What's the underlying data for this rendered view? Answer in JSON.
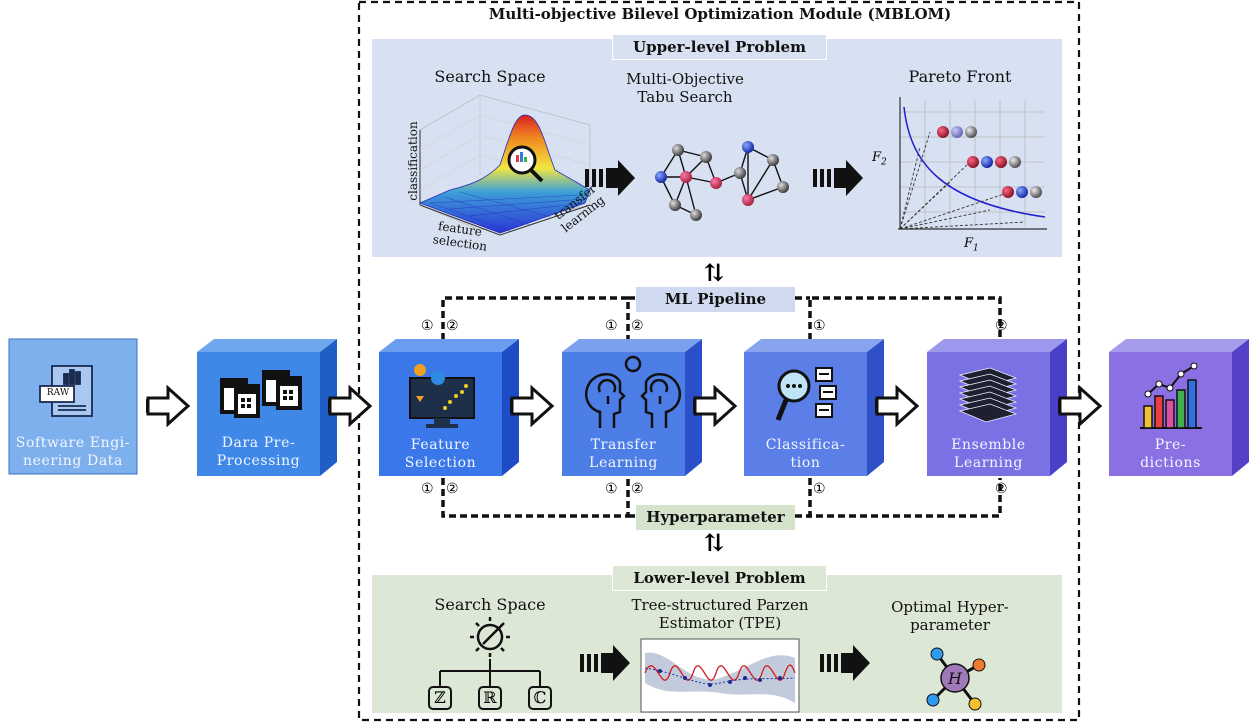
{
  "module": {
    "title": "Multi-objective Bilevel Optimization Module (MBLOM)"
  },
  "upper": {
    "title": "Upper-level Problem",
    "search_space": "Search Space",
    "axis_z": "classification",
    "axis_x": "feature",
    "axis_x2": "selection",
    "axis_y": "transfer",
    "axis_y2": "learning",
    "mots_line1": "Multi-Objective",
    "mots_line2": "Tabu Search",
    "pareto": "Pareto Front",
    "f1": "F",
    "f1_sub": "1",
    "f2": "F",
    "f2_sub": "2"
  },
  "ml_pipeline": {
    "label": "ML Pipeline"
  },
  "hyperparameter": {
    "label": "Hyperparameter"
  },
  "markers": {
    "one": "①",
    "two": "②"
  },
  "stages": [
    {
      "line1": "Software Engi-",
      "line2": "neering Data",
      "color": "#7fb0ee",
      "icon_text": "RAW"
    },
    {
      "line1": "Dara Pre-",
      "line2": "Processing",
      "color": "#3f88e8"
    },
    {
      "line1": "Feature",
      "line2": "Selection",
      "color": "#3a78ea"
    },
    {
      "line1": "Transfer",
      "line2": "Learning",
      "color": "#4d7ee6"
    },
    {
      "line1": "Classifica-",
      "line2": "tion",
      "color": "#5b7fe6"
    },
    {
      "line1": "Ensemble",
      "line2": "Learning",
      "color": "#7a72e4"
    },
    {
      "line1": "Pre-",
      "line2": "dictions",
      "color": "#8a70e2"
    }
  ],
  "lower": {
    "title": "Lower-level Problem",
    "search_space": "Search Space",
    "sets": [
      "ℤ",
      "ℝ",
      "ℂ"
    ],
    "tpe_line1": "Tree-structured Parzen",
    "tpe_line2": "Estimator (TPE)",
    "opt_line1": "Optimal Hyper-",
    "opt_line2": "parameter",
    "h_symbol": "H"
  },
  "colors": {
    "upper_bg": "#d7e1f1",
    "lower_bg": "#dde7d6",
    "ml_label_bg": "#cfdaf0",
    "hp_label_bg": "#d5e2cc"
  }
}
